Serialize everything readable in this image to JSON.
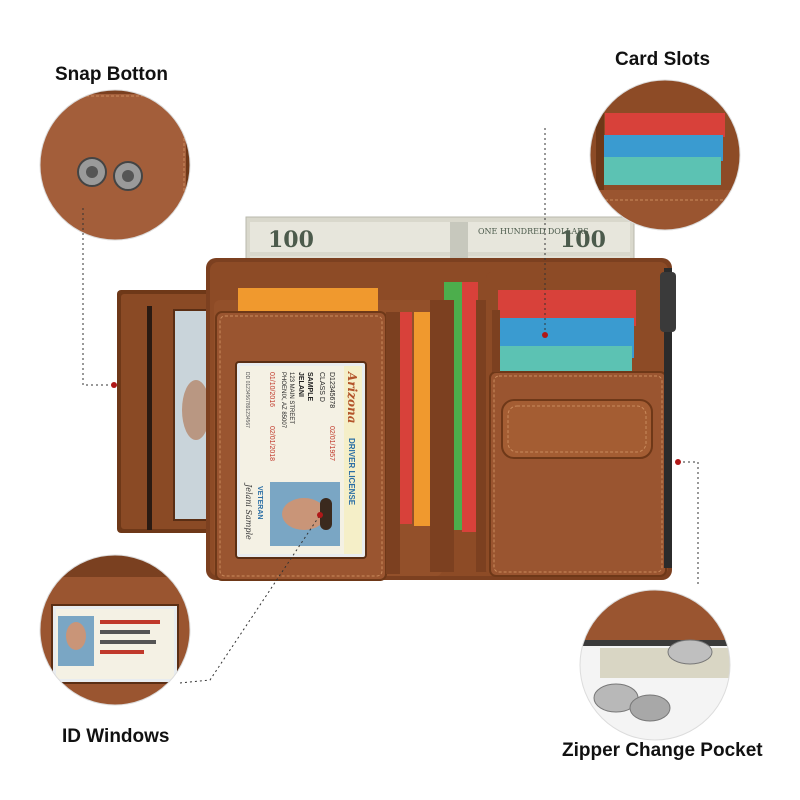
{
  "labels": {
    "snap": "Snap Botton",
    "card_slots": "Card Slots",
    "id_windows": "ID Windows",
    "zipper": "Zipper Change Pocket"
  },
  "license": {
    "state": "Arizona",
    "title": "DRIVER LICENSE",
    "number": "D12345678",
    "class": "CLASS D",
    "dob": "02/01/1957",
    "issued": "01/10/2016",
    "expires": "02/01/2018",
    "name_last": "SAMPLE",
    "name_first": "JELANI",
    "address": "123 MAIN STREET",
    "city": "PHOENIX, AZ 85007",
    "banner": "VETERAN",
    "signature": "Jelani Sample",
    "dd": "DD 01234567891234567"
  },
  "bills": {
    "denomination": "100",
    "text": "ONE HUNDRED DOLLARS"
  },
  "colors": {
    "leather": "#8a4a25",
    "leather_dark": "#6e3818",
    "leather_light": "#a45d33",
    "stitch": "#c98a5c",
    "card_red": "#d8413a",
    "card_blue": "#3a9bd0",
    "card_teal": "#5cc2b3",
    "card_orange": "#f0992e",
    "card_green": "#4cae4c",
    "bill": "#e7e6dc",
    "pointer": "#b01818"
  }
}
